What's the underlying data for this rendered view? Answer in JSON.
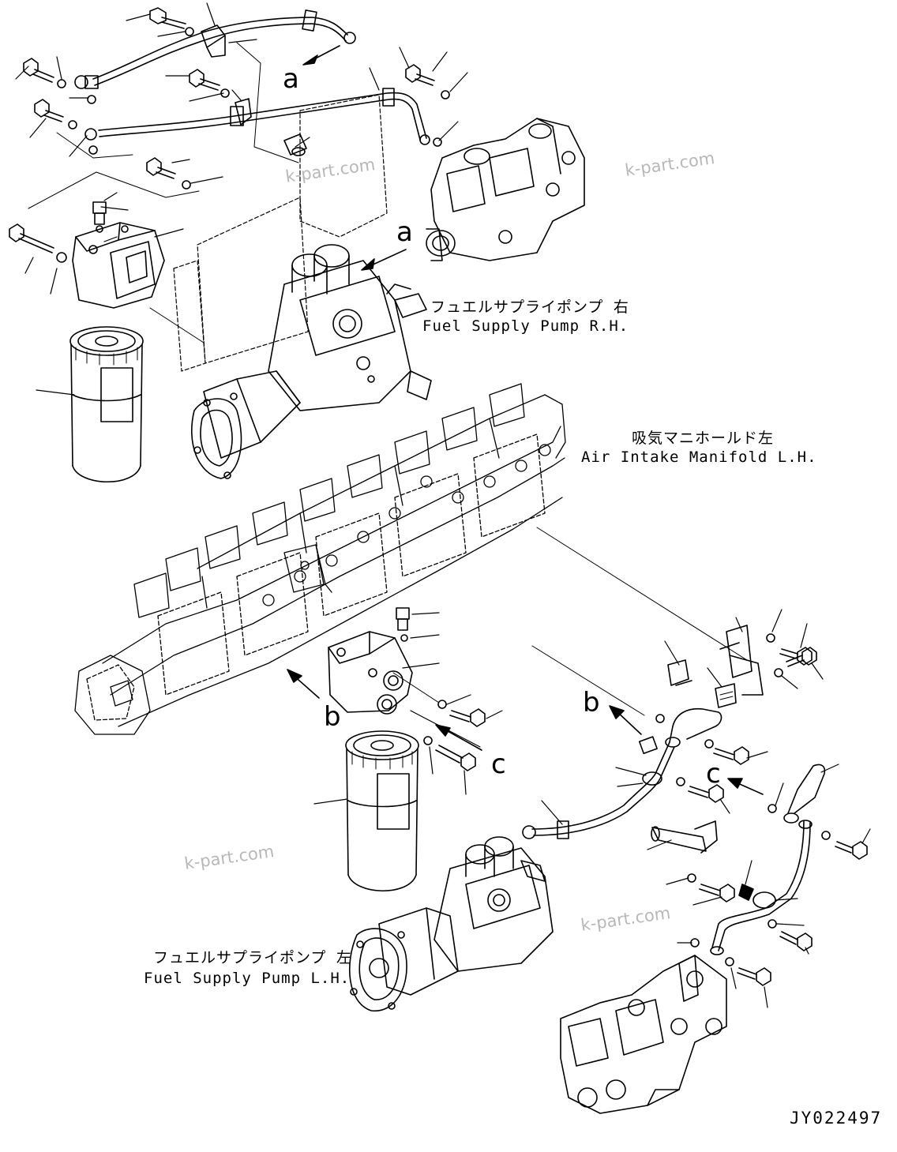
{
  "labels": {
    "pump_rh_jp": "フュエルサプライポンプ 右",
    "pump_rh_en": "Fuel Supply Pump R.H.",
    "manifold_jp": "吸気マニホールド左",
    "manifold_en": "Air Intake Manifold L.H.",
    "pump_lh_jp": "フュエルサプライポンプ 左",
    "pump_lh_en": "Fuel Supply Pump L.H."
  },
  "reference_letters": {
    "a_top": "a",
    "a_pump": "a",
    "b_left": "b",
    "b_right": "b",
    "c_left": "c",
    "c_right": "c"
  },
  "watermarks": {
    "wm1": "k-part.com",
    "wm2": "k-part.com",
    "wm3": "k-part.com",
    "wm4": "k-part.com"
  },
  "drawing_code": "JY022497",
  "colors": {
    "ink": "#000000",
    "watermark": "#b8b8b8",
    "background": "#ffffff"
  }
}
